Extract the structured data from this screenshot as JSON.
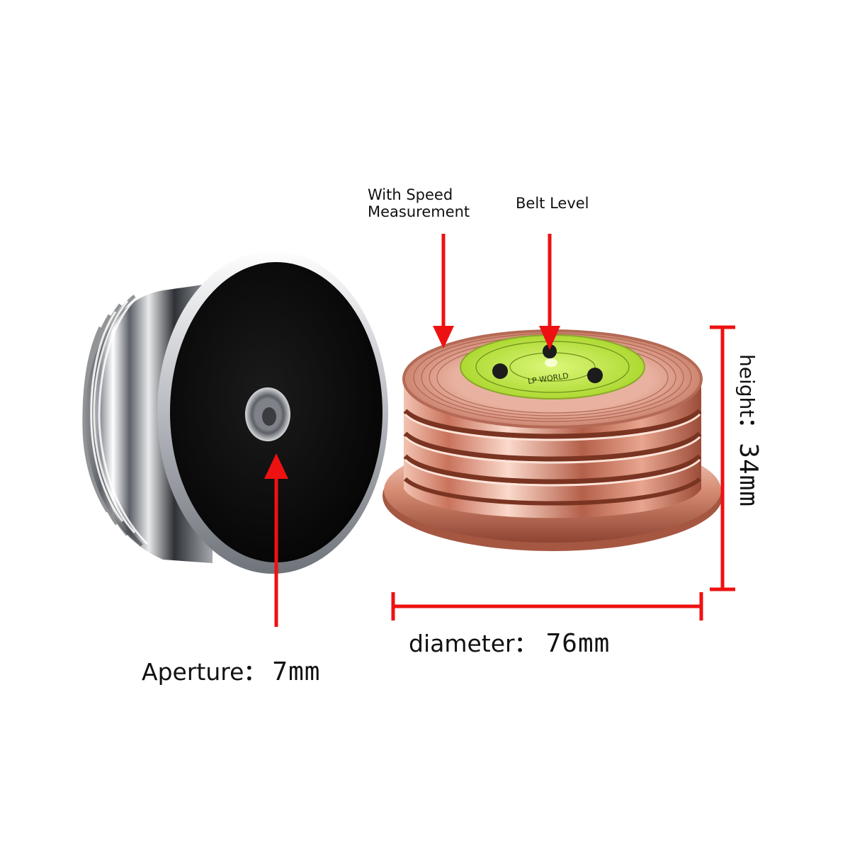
{
  "callouts": {
    "speed": {
      "line1": "With Speed",
      "line2": "Measurement"
    },
    "level": "Belt Level"
  },
  "dimensions": {
    "aperture": {
      "label": "Aperture",
      "sep": "：",
      "value": "7mm"
    },
    "diameter": {
      "label": "diameter",
      "sep": "：",
      "value": "76mm"
    },
    "height": {
      "label": "height",
      "sep": "：",
      "value": "34mm"
    }
  },
  "level_text": "LP WORLD",
  "colors": {
    "arrow": "#ee1111",
    "silver": "#c9ccd1",
    "copper": "#d7907c",
    "level_fluid": "#c6ec3c",
    "black_pad": "#0d0d0d"
  }
}
